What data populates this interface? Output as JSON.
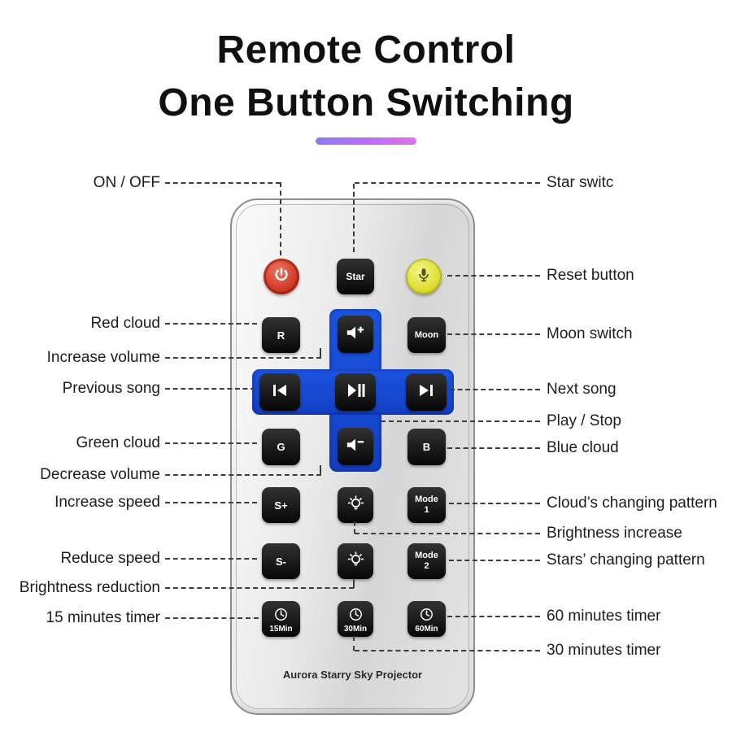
{
  "title": {
    "line1": "Remote Control",
    "line2": "One Button Switching"
  },
  "callouts_left": {
    "on_off": "ON / OFF",
    "red_cloud": "Red cloud",
    "increase_volume": "Increase volume",
    "previous_song": "Previous song",
    "green_cloud": "Green cloud",
    "decrease_volume": "Decrease volume",
    "increase_speed": "Increase speed",
    "reduce_speed": "Reduce speed",
    "brightness_reduction": "Brightness reduction",
    "timer_15": "15 minutes timer"
  },
  "callouts_right": {
    "star_switch": "Star switc",
    "reset_button": "Reset button",
    "moon_switch": "Moon switch",
    "next_song": "Next song",
    "play_stop": "Play / Stop",
    "clouds_pattern": "Cloud’s changing pattern",
    "brightness_increase": "Brightness increase",
    "blue_cloud": "Blue cloud",
    "stars_pattern": "Stars’ changing pattern",
    "timer_60": "60 minutes timer",
    "timer_30": "30 minutes timer"
  },
  "remote": {
    "brand": "Aurora Starry Sky Projector",
    "buttons": {
      "star": "Star",
      "r": "R",
      "moon": "Moon",
      "g": "G",
      "b": "B",
      "s_plus": "S+",
      "s_minus": "S-",
      "mode1_line1": "Mode",
      "mode1_line2": "1",
      "mode2_line1": "Mode",
      "mode2_line2": "2",
      "timer15": "15Min",
      "timer30": "30Min",
      "timer60": "60Min"
    }
  },
  "colors": {
    "power_red": "#d2402c",
    "mic_yellow": "#dede34",
    "cross_blue": "#1747d6",
    "accent_gradient_start": "#8f7bf1",
    "accent_gradient_end": "#e070e8"
  }
}
